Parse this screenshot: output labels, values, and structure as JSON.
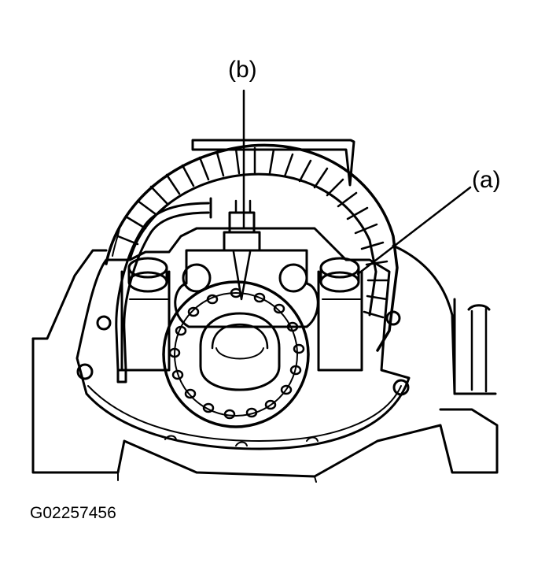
{
  "diagram": {
    "callouts": {
      "a": "(a)",
      "b": "(b)"
    },
    "figure_id": "G02257456",
    "stroke_color": "#000000",
    "background_color": "#ffffff"
  }
}
